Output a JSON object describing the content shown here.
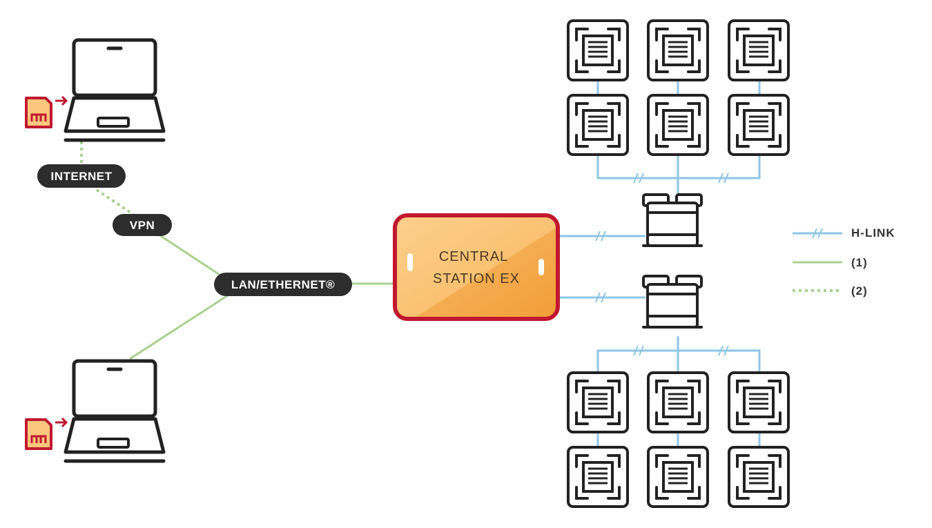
{
  "labels": {
    "internet": "INTERNET",
    "vpn": "VPN",
    "lan": "LAN/ETHERNET®",
    "central_line1": "CENTRAL",
    "central_line2": "STATION EX"
  },
  "legend": [
    {
      "label": "H-LINK",
      "style": "hlink"
    },
    {
      "label": "(1)",
      "style": "solid-green"
    },
    {
      "label": "(2)",
      "style": "dashed-green"
    }
  ],
  "colors": {
    "hlink": "#8ec5e6",
    "green": "#a9d18e",
    "dark": "#222222",
    "red": "#c0182f",
    "orange_light": "#fbc77e",
    "orange_dark": "#f2a33e"
  },
  "icons": [
    "laptop-icon",
    "sim-card-icon",
    "cassette-unit-icon",
    "outdoor-unit-icon"
  ]
}
